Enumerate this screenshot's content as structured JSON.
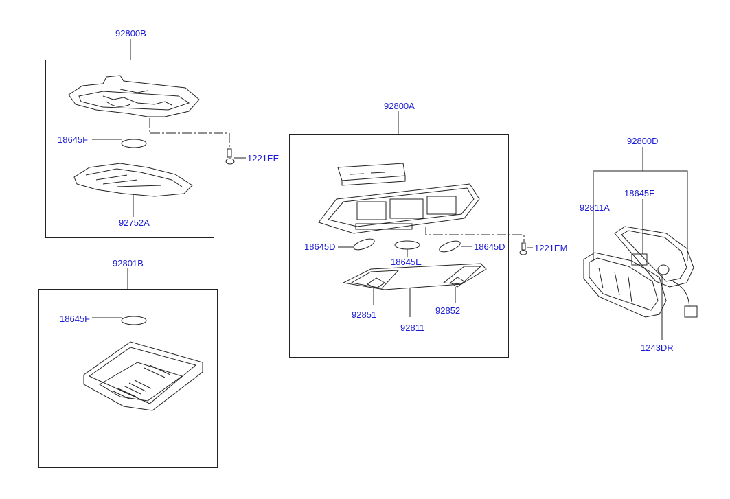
{
  "colors": {
    "label": "#1a1ad8",
    "line": "#222222",
    "background": "#ffffff"
  },
  "diagram": {
    "labels": {
      "p92800B": "92800B",
      "p18645F_top": "18645F",
      "p1221EE": "1221EE",
      "p92752A": "92752A",
      "p92801B": "92801B",
      "p18645F_bottom": "18645F",
      "p92800A": "92800A",
      "p18645D_left": "18645D",
      "p18645E_center": "18645E",
      "p18645D_right": "18645D",
      "p1221EM": "1221EM",
      "p92851": "92851",
      "p92811": "92811",
      "p92852": "92852",
      "p92800D": "92800D",
      "p18645E_right": "18645E",
      "p92811A": "92811A",
      "p1243DR": "1243DR"
    }
  }
}
